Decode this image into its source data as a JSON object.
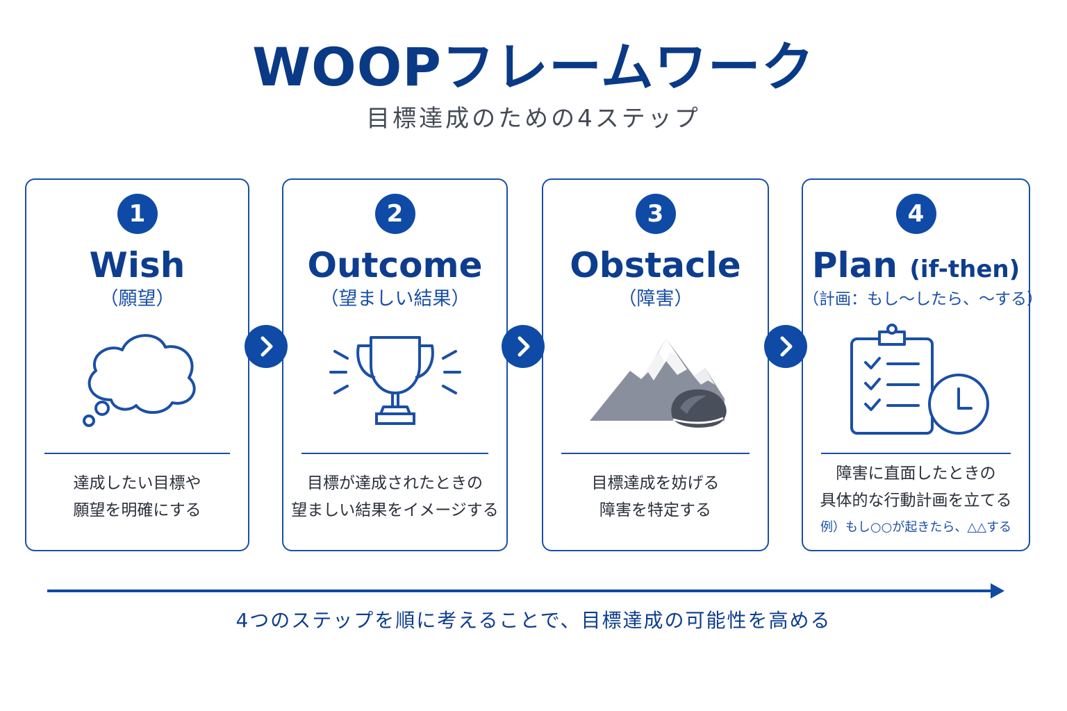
{
  "header": {
    "title": "WOOPフレームワーク",
    "subtitle": "目標達成のための4ステップ"
  },
  "steps": [
    {
      "number": "1",
      "name": "Wish",
      "name_sub": "",
      "jp": "（願望）",
      "icon": "thought-cloud-icon",
      "desc_lines": [
        "達成したい目標や",
        "願望を明確にする"
      ],
      "example": ""
    },
    {
      "number": "2",
      "name": "Outcome",
      "name_sub": "",
      "jp": "（望ましい結果）",
      "icon": "trophy-icon",
      "desc_lines": [
        "目標が達成されたときの",
        "望ましい結果をイメージする"
      ],
      "example": ""
    },
    {
      "number": "3",
      "name": "Obstacle",
      "name_sub": "",
      "jp": "（障害）",
      "icon": "mountain-rock-icon",
      "desc_lines": [
        "目標達成を妨げる",
        "障害を特定する"
      ],
      "example": ""
    },
    {
      "number": "4",
      "name": "Plan",
      "name_sub": "(if-then)",
      "jp": "（計画：もし～したら、～する）",
      "icon": "checklist-clock-icon",
      "desc_lines": [
        "障害に直面したときの",
        "具体的な行動計画を立てる"
      ],
      "example": "例）もし○○が起きたら、△△する"
    }
  ],
  "connector_icon": "chevron-right-icon",
  "footer": {
    "text": "4つのステップを順に考えることで、目標達成の可能性を高める"
  },
  "colors": {
    "primary": "#0f4aa6",
    "title": "#0a3a86",
    "border": "#1a4fa6",
    "subtitle": "#444a55",
    "body_text": "#2a2f3a",
    "mountain": "#8a8f9e",
    "rock": "#4a4f5c"
  }
}
